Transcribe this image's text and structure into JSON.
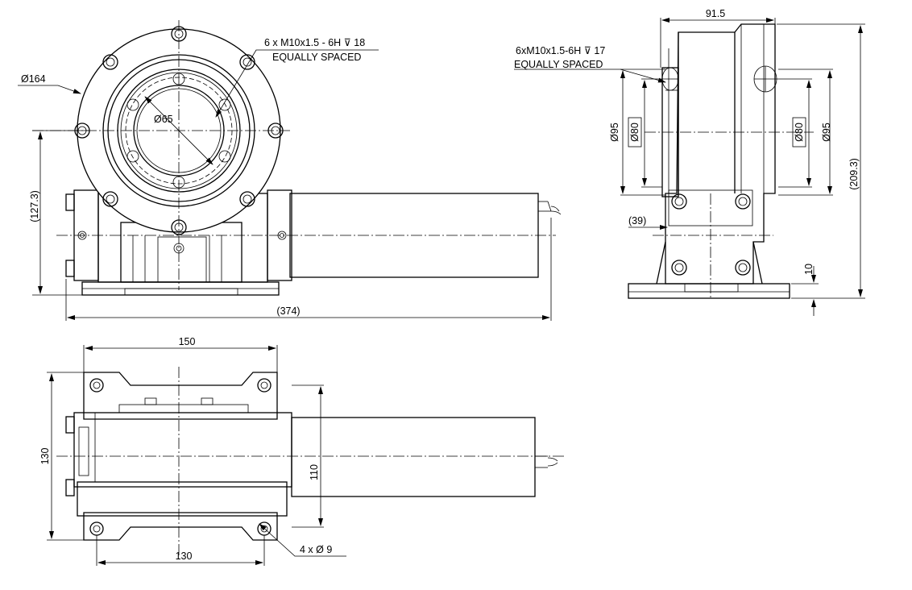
{
  "front_view": {
    "flange_dia": "Ø164",
    "bore_dia": "Ø65",
    "hole_note_line1": "6 x  M10x1.5 - 6H ⊽ 18",
    "hole_note_line2": "EQUALLY  SPACED",
    "height_dim": "(127.3)",
    "length_dim": "(374)"
  },
  "side_view": {
    "width_dim": "91.5",
    "hole_note_line1": "6xM10x1.5-6H  ⊽  17",
    "hole_note_line2": "EQUALLY  SPACED",
    "dia95_left": "Ø95",
    "dia80_left": "Ø80",
    "dia80_right": "Ø80",
    "dia95_right": "Ø95",
    "height_dim": "(209.3)",
    "offset_dim": "(39)",
    "base_dim": "10"
  },
  "top_view": {
    "width_150": "150",
    "height_130": "130",
    "inner_110": "110",
    "hole_spacing_130": "130",
    "mount_holes": "4 x  Ø 9"
  }
}
